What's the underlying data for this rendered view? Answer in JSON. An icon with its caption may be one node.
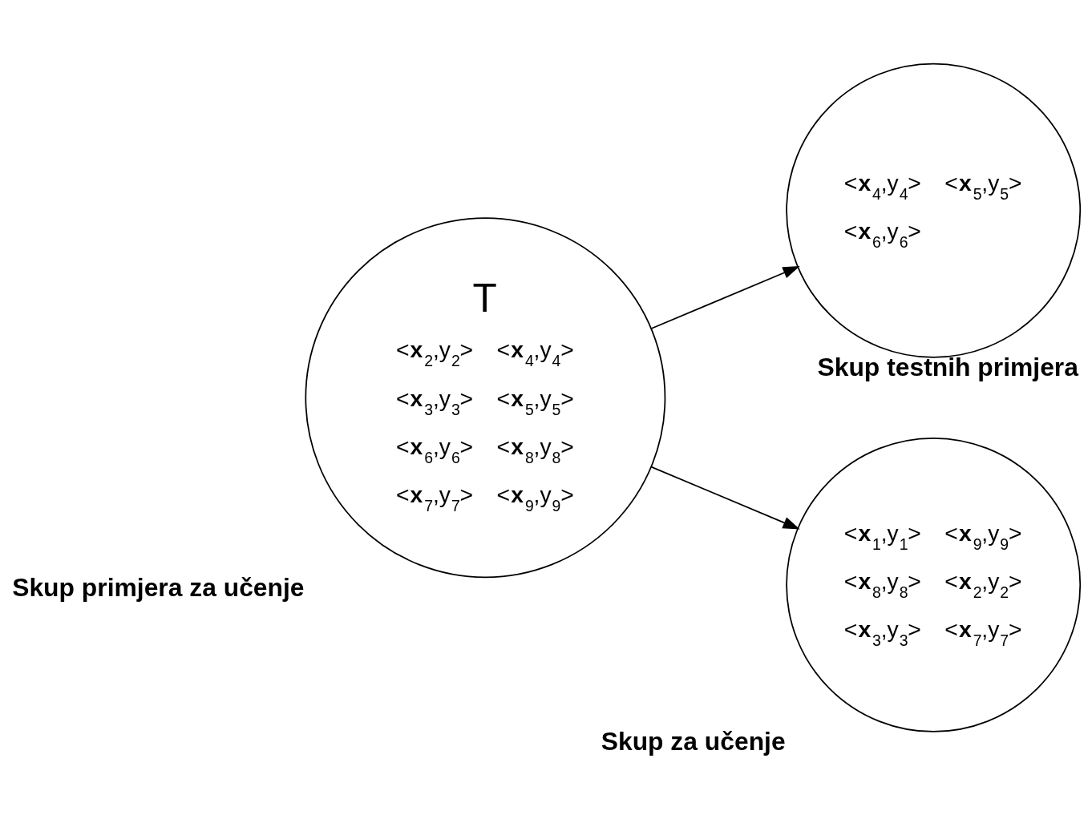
{
  "diagram": {
    "nodes": [
      {
        "text": [
          "Skup primjera za učenje",
          "T",
          "<**x**$_{2}$,y$_{2}$>",
          "<**x**$_{4}$,y$_{4}$>",
          "<**x**$_{3}$,y$_{3}$>",
          "<**x**$_{5}$,y$_{5}$>",
          "<**x**$_{6}$,y$_{6}$>",
          "<**x**$_{8}$,y$_{8}$>",
          "<**x**$_{7}$,y$_{7}$>",
          "<**x**$_{9}$,y$_{9}$>"
        ]
      },
      {
        "text": [
          "Skup testnih primjera",
          "<**x**$_{4}$,y$_{4}$>",
          "<**x**$_{5}$,y$_{5}$>",
          "<**x**$_{6}$,y$_{6}$>"
        ]
      },
      {
        "text": [
          "Skup za učenje",
          "<**x**$_{1}$,y$_{1}$>",
          "<**x**$_{9}$,y$_{9}$>",
          "<**x**$_{8}$,y$_{8}$>",
          "<**x**$_{2}$,y$_{2}$>",
          "<**x**$_{3}$,y$_{3}$>",
          "<**x**$_{7}$,y$_{7}$>"
        ]
      }
    ],
    "edges": [
      {
        "from": 0,
        "to": 1,
        "arrow": "to"
      },
      {
        "from": 0,
        "to": 2,
        "arrow": "to"
      }
    ]
  }
}
